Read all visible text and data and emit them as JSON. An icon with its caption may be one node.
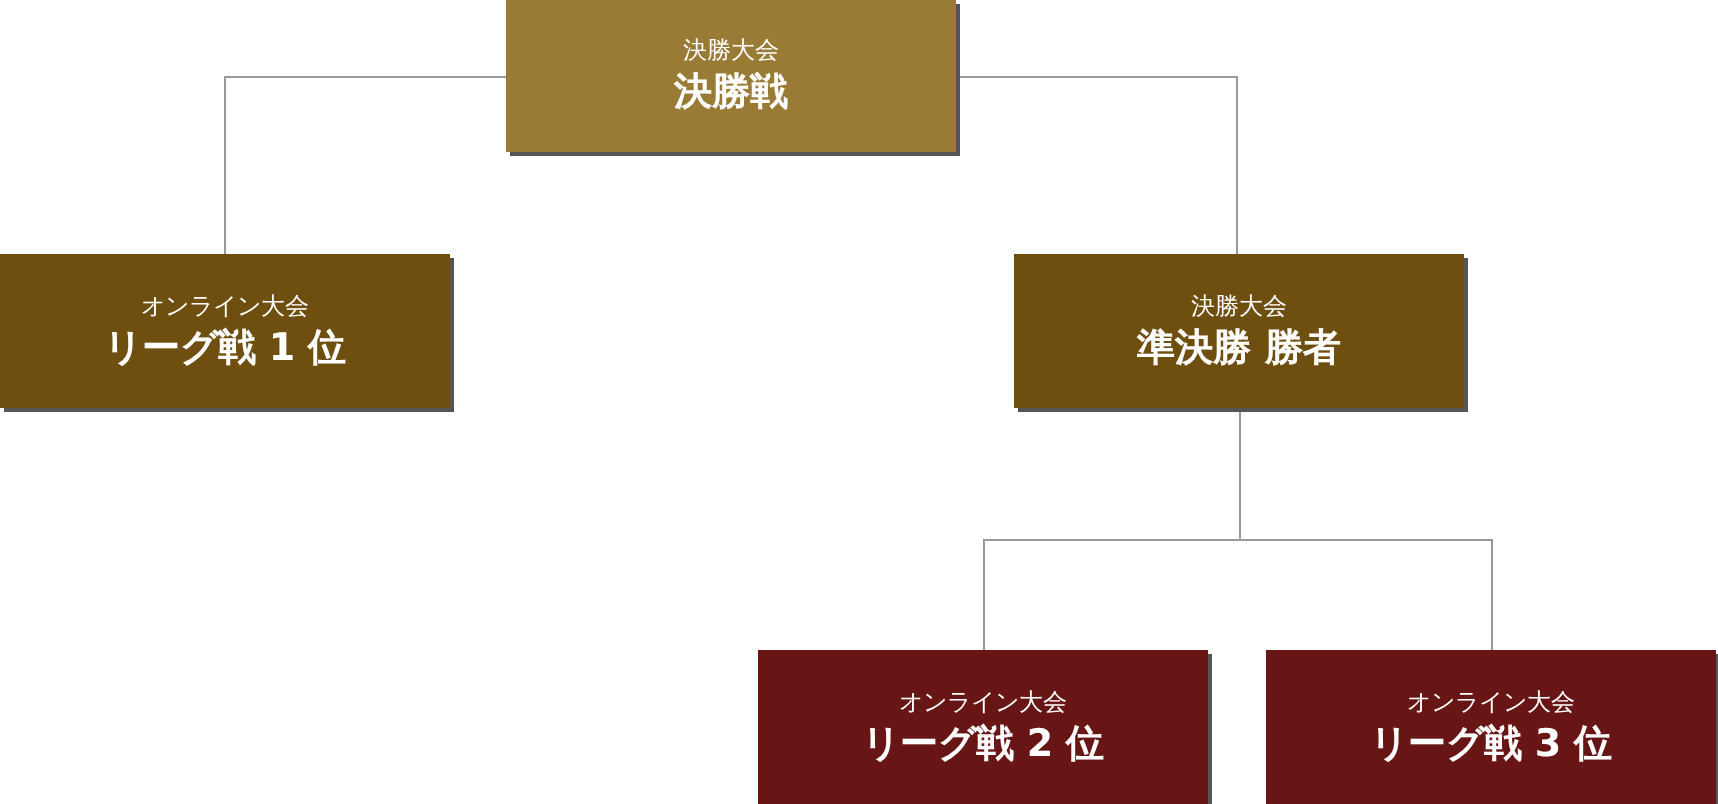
{
  "diagram": {
    "nodes": [
      {
        "text": [
          "決勝大会",
          "決勝戦"
        ]
      },
      {
        "text": [
          "オンライン大会",
          "リーグ戦 1 位"
        ]
      },
      {
        "text": [
          "決勝大会",
          "準決勝 勝者"
        ]
      },
      {
        "text": [
          "オンライン大会",
          "リーグ戦 2 位"
        ]
      },
      {
        "text": [
          "オンライン大会",
          "リーグ戦 3 位"
        ]
      }
    ],
    "edges": [
      {
        "from": 0,
        "to": 1,
        "arrow": "none"
      },
      {
        "from": 0,
        "to": 2,
        "arrow": "none"
      },
      {
        "from": 2,
        "to": 3,
        "arrow": "none"
      },
      {
        "from": 2,
        "to": 4,
        "arrow": "none"
      }
    ]
  }
}
